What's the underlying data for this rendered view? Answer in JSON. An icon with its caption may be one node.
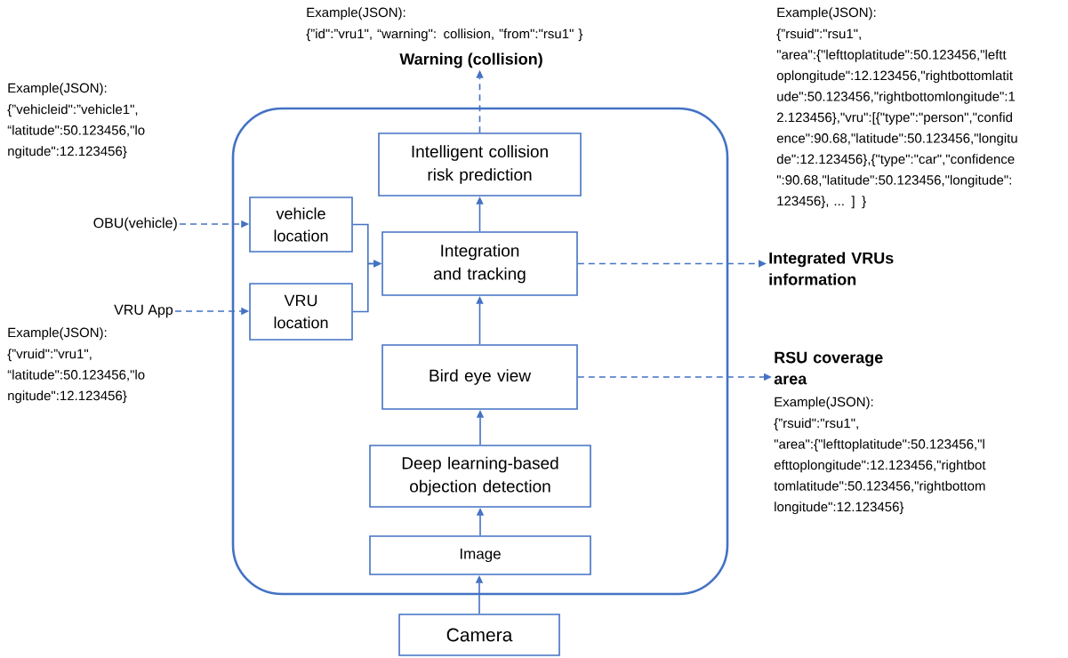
{
  "diagram": {
    "nodes": [
      {
        "text": [],
        "shape": "box"
      },
      {
        "text": [
          "Intelligent collision risk prediction"
        ],
        "in": 0
      },
      {
        "text": [
          "vehicle location"
        ],
        "in": 0
      },
      {
        "text": [
          "Integration and tracking"
        ],
        "in": 0
      },
      {
        "text": [
          "VRU location"
        ],
        "in": 0
      },
      {
        "text": [
          "Bird eye view"
        ],
        "in": 0
      },
      {
        "text": [
          "Deep learning-based objection detection"
        ],
        "in": 0
      },
      {
        "text": [
          "Image"
        ],
        "in": 0
      },
      {
        "text": [
          "Camera"
        ]
      },
      {
        "text": [
          "Warning (collision)"
        ],
        "beside": [
          "Example(JSON):",
          "{”id\":”vru1\", “warning\": collision, ”from\":\"rsu1\" }"
        ]
      },
      {
        "text": [
          "OBU(vehicle)"
        ],
        "beside": [
          "Example(JSON):",
          "{”vehicleid\":”vehicle1\", “latitude\":50.123456,\"lo ngitude\":12.123456}"
        ]
      },
      {
        "text": [
          "VRU App"
        ],
        "beside": [
          "Example(JSON):",
          "{”vruid\":”vru1\", “latitude\":50.123456,\"lo ngitude\":12.123456}"
        ]
      },
      {
        "text": [
          "Integrated VRUs information"
        ],
        "beside": [
          "Example(JSON):",
          "{”rsuid\":\"rsu1\", \"area\":{\"lefttoplatitude\":50.123456,\"leftt oplongitude\":12.123456,\"rightbottomlatit ude\":50.123456,\"rightbottomlongitude\":1 2.123456},\"vru\":[{\"type\":\"person\",\"confid ence\":90.68,\"latitude\":50.123456,\"longitu de\":12.123456},{\"type\":\"car\",\"confidence \":90.68,\"latitude\":50.123456,\"longitude\": 123456}, ... ] }"
        ]
      },
      {
        "text": [
          "RSU coverage area"
        ],
        "beside": [
          "Example(JSON):",
          "{”rsuid\":\"rsu1\", \"area\":{\"lefttoplatitude\":50.123456,\"l efttoplongitude\":12.123456,\"rightbot tomlatitude\":50.123456,\"rightbottom longitude\":12.123456}"
        ]
      }
    ],
    "edges": [
      {
        "from": 1,
        "to": 9,
        "arrow": "to",
        "style": "dashed"
      },
      {
        "from": 3,
        "to": 1,
        "arrow": "to"
      },
      {
        "from": 2,
        "to": 3,
        "arrow": "to"
      },
      {
        "from": 4,
        "to": 3,
        "arrow": "to"
      },
      {
        "from": 10,
        "to": 2,
        "arrow": "to",
        "style": "dashed"
      },
      {
        "from": 11,
        "to": 4,
        "arrow": "to",
        "style": "dashed"
      },
      {
        "from": 3,
        "to": 12,
        "arrow": "to",
        "style": "dashed"
      },
      {
        "from": 5,
        "to": 3,
        "arrow": "to"
      },
      {
        "from": 5,
        "to": 13,
        "arrow": "to",
        "style": "dashed"
      },
      {
        "from": 6,
        "to": 5,
        "arrow": "to"
      },
      {
        "from": 7,
        "to": 6,
        "arrow": "to"
      },
      {
        "from": 8,
        "to": 7,
        "arrow": "to"
      }
    ]
  }
}
